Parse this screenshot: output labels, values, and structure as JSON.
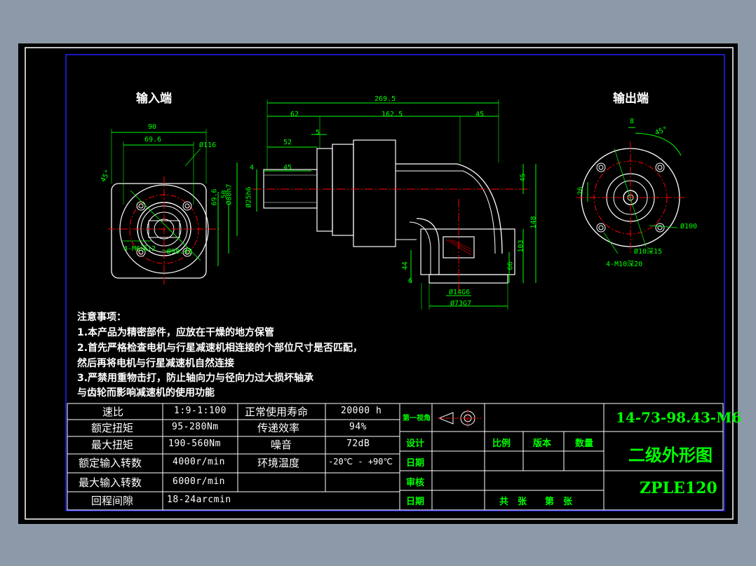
{
  "views": {
    "input_title": "输入端",
    "output_title": "输出端"
  },
  "dims": {
    "d90": "90",
    "d69_6": "69.6",
    "d116": "Ø116",
    "d45a": "45°",
    "d50": "50",
    "d69_6v": "69.6",
    "m6": "4-M6深12",
    "d98": "Ø98.43",
    "d269": "269.5",
    "d62": "62",
    "d162": "162.5",
    "d45b": "45",
    "d5": "5",
    "d52": "52",
    "d4": "4",
    "d45c": "45",
    "d80": "Ø80h7",
    "d25": "Ø25h6",
    "d45v": "45",
    "d148": "148",
    "d103": "103",
    "d66": "66",
    "d44": "44",
    "d6": "6",
    "d14": "Ø14G6",
    "d73": "Ø73G7",
    "d8": "8",
    "d45d": "45°",
    "d26": "26",
    "d100": "Ø100",
    "m10a": "Ø10深15",
    "m10b": "4-M10深20"
  },
  "notes": {
    "title": "注意事项：",
    "lines": [
      "1.本产品为精密部件，应放在干燥的地方保管",
      "2.首先严格检查电机与行星减速机相连接的个部位尺寸是否匹配，",
      "然后再将电机与行星减速机自然连接",
      "3.严禁用重物击打，防止轴向力与径向力过大损坏轴承",
      "与齿轮而影响减速机的使用功能"
    ]
  },
  "specs": [
    {
      "label": "速比",
      "value": "1:9-1:100",
      "label2": "正常使用寿命",
      "value2": "20000 h"
    },
    {
      "label": "额定扭矩",
      "value": "95-280Nm",
      "label2": "传递效率",
      "value2": "94%"
    },
    {
      "label": "最大扭矩",
      "value": "190-560Nm",
      "label2": "噪音",
      "value2": "72dB"
    },
    {
      "label": "额定输入转数",
      "value": "4000r/min",
      "label2": "环境温度",
      "value2": "-20℃ - +90℃"
    },
    {
      "label": "最大输入转数",
      "value": "6000r/min",
      "label2": "",
      "value2": ""
    },
    {
      "label": "回程间隙",
      "value": "18-24arcmin",
      "label2": "",
      "value2": ""
    }
  ],
  "title_block": {
    "first_angle": "第一视角",
    "design": "设计",
    "date1": "日期",
    "review": "审核",
    "date2": "日期",
    "scale": "比例",
    "version": "版本",
    "quantity": "数量",
    "sheets": "共　张　　第　张",
    "code": "14-73-98.43-M6",
    "name": "二级外形图",
    "model": "ZPLE120"
  },
  "colors": {
    "frame": "#ffffff",
    "border": "#2020ff",
    "geometry": "#ffffff",
    "dimension": "#00ff00",
    "centerline": "#ff0000"
  }
}
